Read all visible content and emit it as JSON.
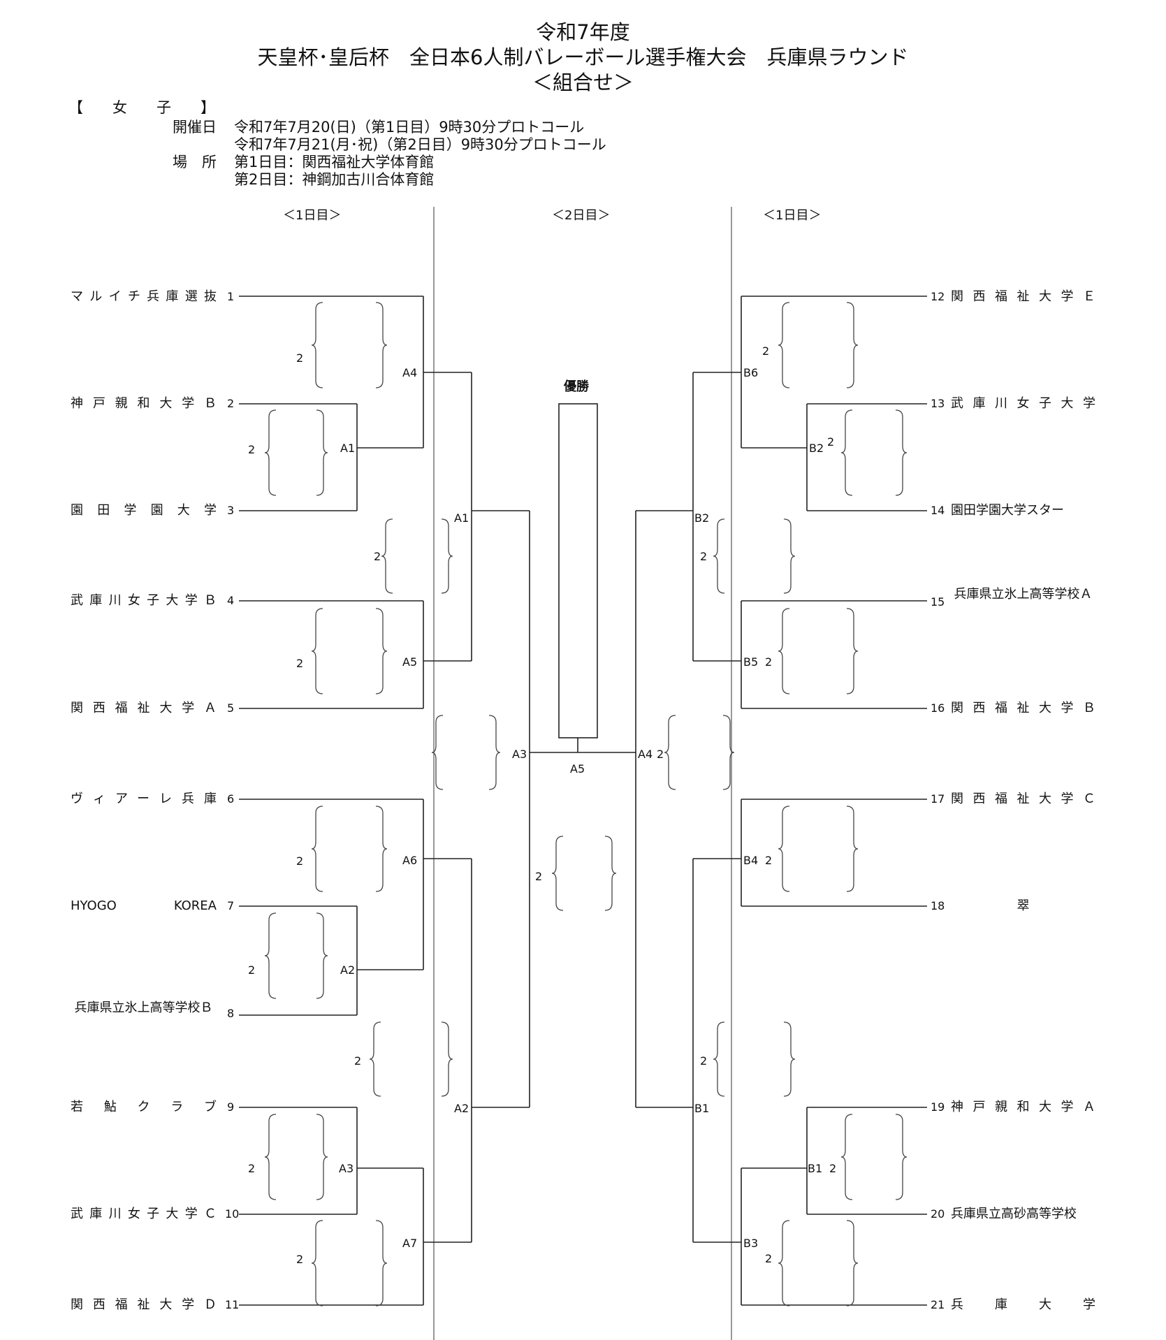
{
  "header": {
    "line1": "令和7年度",
    "line2": "天皇杯･皇后杯　全日本6人制バレーボール選手権大会　兵庫県ラウンド",
    "line3": "＜組合せ＞"
  },
  "category": "【　　女　　子　　】",
  "info": {
    "date_label": "開催日",
    "date_day1": "令和7年7月20(日)（第1日目）9時30分プロトコール",
    "date_day2": "令和7年7月21(月･祝)（第2日目）9時30分プロトコール",
    "venue_label": "場　所",
    "venue_day1": "第1日目：関西福祉大学体育館",
    "venue_day2": "第2日目：神鋼加古川合体育館"
  },
  "days": {
    "left": "＜1日目＞",
    "center": "＜2日目＞",
    "right": "＜1日目＞"
  },
  "teams": [
    {
      "seed": "1",
      "name": "マルイチ兵庫選抜"
    },
    {
      "seed": "2",
      "name": "神戸親和大学Ｂ"
    },
    {
      "seed": "3",
      "name": "園田学園大学"
    },
    {
      "seed": "4",
      "name": "武庫川女子大学Ｂ"
    },
    {
      "seed": "5",
      "name": "関西福祉大学Ａ"
    },
    {
      "seed": "6",
      "name": "ヴィアーレ兵庫"
    },
    {
      "seed": "7",
      "name": "HYOGO KOREA"
    },
    {
      "seed": "8",
      "name": "兵庫県立氷上高等学校Ｂ"
    },
    {
      "seed": "9",
      "name": "若鮎クラブ"
    },
    {
      "seed": "10",
      "name": "武庫川女子大学Ｃ"
    },
    {
      "seed": "11",
      "name": "関西福祉大学Ｄ"
    },
    {
      "seed": "12",
      "name": "関西福祉大学Ｅ"
    },
    {
      "seed": "13",
      "name": "武庫川女子大学"
    },
    {
      "seed": "14",
      "name": "園田学園大学スター"
    },
    {
      "seed": "15",
      "name": "兵庫県立氷上高等学校Ａ"
    },
    {
      "seed": "16",
      "name": "関西福祉大学Ｂ"
    },
    {
      "seed": "17",
      "name": "関西福祉大学Ｃ"
    },
    {
      "seed": "18",
      "name": "翠"
    },
    {
      "seed": "19",
      "name": "神戸親和大学Ａ"
    },
    {
      "seed": "20",
      "name": "兵庫県立高砂高等学校"
    },
    {
      "seed": "21",
      "name": "兵庫大学"
    }
  ],
  "matches": {
    "a1_first": "A1",
    "a2_first": "A2",
    "a3_first": "A3",
    "a4": "A4",
    "a5": "A5",
    "a6": "A6",
    "a7": "A7",
    "a1_second": "A1",
    "a2_second": "A2",
    "a3_second": "A3",
    "b1_first": "B1",
    "b2_first": "B2",
    "b3": "B3",
    "b4": "B4",
    "b5": "B5",
    "b6": "B6",
    "b1_second": "B1",
    "b2_second": "B2",
    "a4_right": "A4",
    "final": "A5"
  },
  "sets": "2",
  "champion_label": "優勝"
}
